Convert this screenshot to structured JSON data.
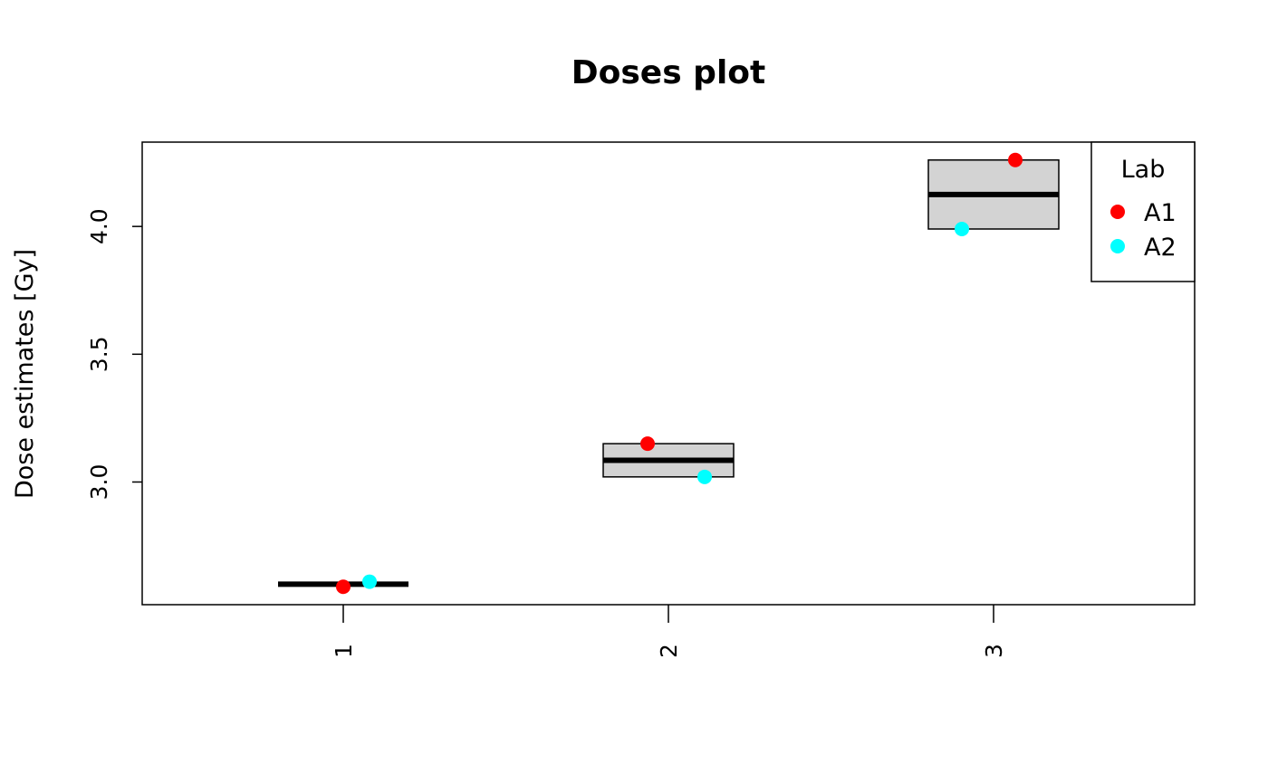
{
  "chart_data": {
    "type": "box",
    "title": "Doses plot",
    "xlabel": "",
    "ylabel": "Dose estimates [Gy]",
    "categories": [
      "1",
      "2",
      "3"
    ],
    "ylim": [
      2.52,
      4.33
    ],
    "y_ticks": [
      3.0,
      3.5,
      4.0
    ],
    "y_tick_labels": [
      "3.0",
      "3.5",
      "4.0"
    ],
    "grid": false,
    "boxes": [
      {
        "category": "1",
        "min": 2.6,
        "q1": 2.6,
        "median": 2.6,
        "q3": 2.6,
        "max": 2.6
      },
      {
        "category": "2",
        "min": 3.02,
        "q1": 3.02,
        "median": 3.085,
        "q3": 3.15,
        "max": 3.15
      },
      {
        "category": "3",
        "min": 3.99,
        "q1": 3.99,
        "median": 4.125,
        "q3": 4.26,
        "max": 4.26
      }
    ],
    "series": [
      {
        "name": "A1",
        "color": "#ff0000",
        "points": [
          {
            "x": "1",
            "y": 2.59
          },
          {
            "x": "2",
            "y": 3.15
          },
          {
            "x": "3",
            "y": 4.26
          }
        ]
      },
      {
        "name": "A2",
        "color": "#00ffff",
        "points": [
          {
            "x": "1",
            "y": 2.61
          },
          {
            "x": "2",
            "y": 3.02
          },
          {
            "x": "3",
            "y": 3.99
          }
        ]
      }
    ],
    "legend": {
      "title": "Lab",
      "placement": "top-right"
    }
  }
}
